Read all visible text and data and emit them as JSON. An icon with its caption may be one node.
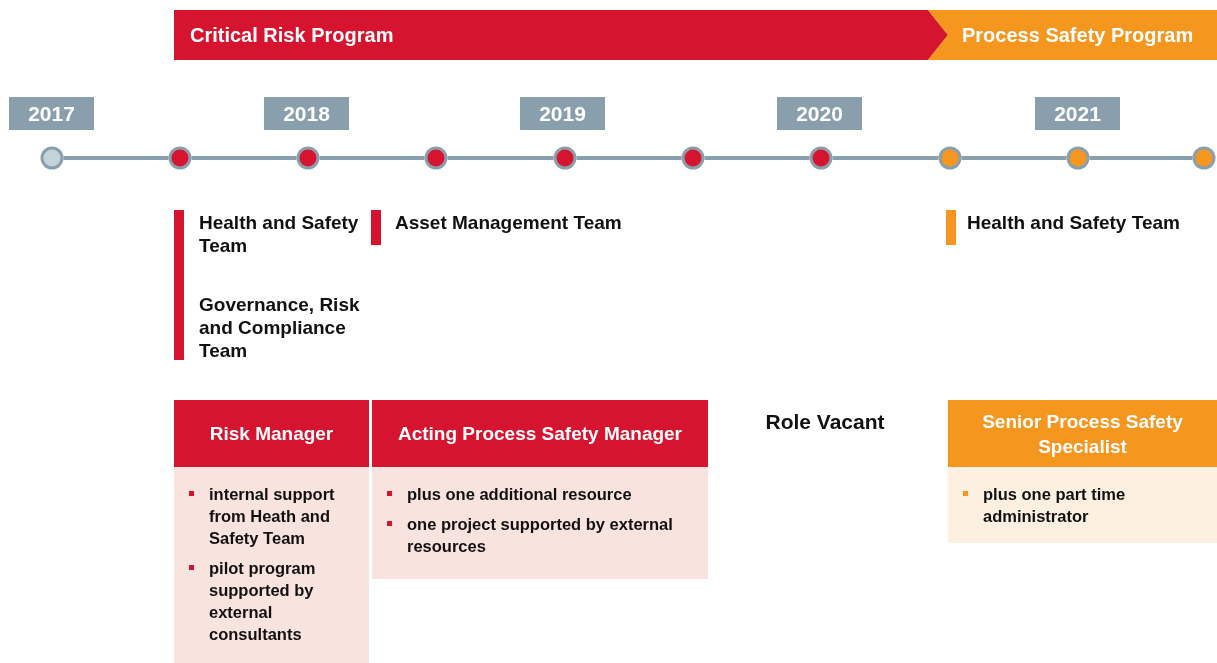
{
  "diagram": {
    "nodes": [
      {
        "text": [
          "Critical Risk Program"
        ]
      },
      {
        "text": [
          "Process Safety Program"
        ]
      },
      {
        "text": [
          "2017"
        ]
      },
      {
        "text": [
          "2018"
        ]
      },
      {
        "text": [
          "2019"
        ]
      },
      {
        "text": [
          "2020"
        ]
      },
      {
        "text": [
          "2021"
        ]
      },
      {
        "text": [],
        "shape": "circle"
      },
      {
        "text": [],
        "shape": "circle"
      },
      {
        "text": [],
        "shape": "circle"
      },
      {
        "text": [],
        "shape": "circle"
      },
      {
        "text": [],
        "shape": "circle"
      },
      {
        "text": [],
        "shape": "circle"
      },
      {
        "text": [],
        "shape": "circle"
      },
      {
        "text": [],
        "shape": "circle"
      },
      {
        "text": [],
        "shape": "circle"
      },
      {
        "text": [],
        "shape": "circle"
      },
      {
        "text": [
          "Risk Manager",
          "internal support from Heath and Safety Team",
          "pilot program supported by external consultants"
        ]
      },
      {
        "text": [
          "Acting Process Safety Manager",
          "plus one additional resource",
          "one project supported by external resources"
        ]
      },
      {
        "text": [
          "Senior Process Safety Specialist",
          "plus one part time administrator"
        ]
      }
    ],
    "edges": [
      {
        "from": 7,
        "to": 8,
        "arrow": "none"
      },
      {
        "from": 8,
        "to": 9,
        "arrow": "none"
      },
      {
        "from": 9,
        "to": 10,
        "arrow": "none"
      },
      {
        "from": 10,
        "to": 11,
        "arrow": "none"
      },
      {
        "from": 11,
        "to": 12,
        "arrow": "none"
      },
      {
        "from": 12,
        "to": 13,
        "arrow": "none"
      },
      {
        "from": 13,
        "to": 14,
        "arrow": "none"
      },
      {
        "from": 14,
        "to": 15,
        "arrow": "none"
      },
      {
        "from": 15,
        "to": 16,
        "arrow": "none"
      }
    ],
    "labels": [
      "Health and Safety Team",
      "Governance, Risk and Compliance Team",
      "Asset Management Team",
      "Role Vacant",
      "Health and Safety Team"
    ]
  }
}
